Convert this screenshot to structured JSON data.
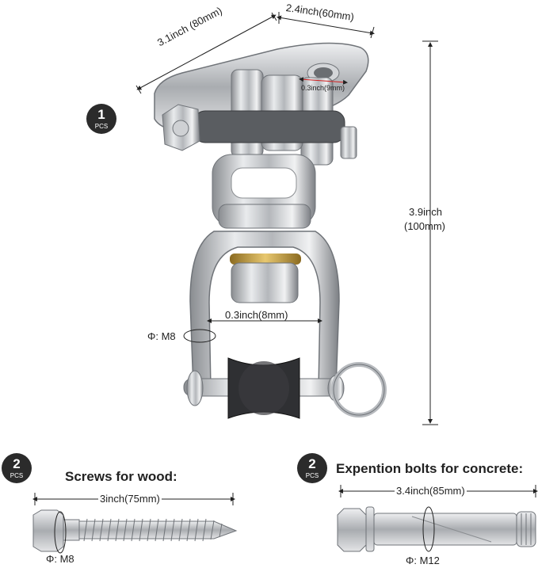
{
  "swivel_hanger": {
    "count": "1",
    "count_unit": "PCS",
    "length_label": "3.1inch (80mm)",
    "width_label": "2.4inch(60mm)",
    "hole_label": "0.3inch(9mm)",
    "height_label_line1": "3.9inch",
    "height_label_line2": "(100mm)",
    "shackle_gap_label": "0.3inch(8mm)",
    "pin_label": "Φ: M8"
  },
  "wood_screws": {
    "count": "2",
    "count_unit": "PCS",
    "title": "Screws for wood:",
    "length_label": "3inch(75mm)",
    "diameter_label": "Φ: M8"
  },
  "concrete_bolts": {
    "count": "2",
    "count_unit": "PCS",
    "title": "Expention bolts for concrete:",
    "length_label": "3.4inch(85mm)",
    "diameter_label": "Φ: M12"
  }
}
